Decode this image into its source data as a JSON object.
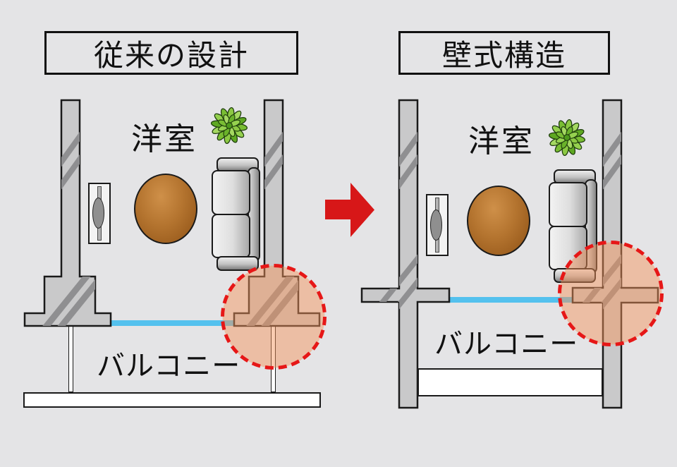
{
  "left_panel": {
    "title": "従来の設計",
    "room_label": "洋室",
    "balcony_label": "バルコニー"
  },
  "right_panel": {
    "title": "壁式構造",
    "room_label": "洋室",
    "balcony_label": "バルコニー"
  },
  "icons": {
    "plant": "potted-plant-top-view-icon",
    "arrow": "red-right-arrow-icon",
    "highlight": "red-dashed-highlight-circle"
  },
  "colors": {
    "background": "#e4e4e6",
    "concrete": "#c9c9ca",
    "hatch": "#8f8f91",
    "outline": "#1a1a1a",
    "slab_blue": "#54c1ee",
    "highlight_fill": "rgba(244,149,92,0.48)",
    "ring_red": "#e61717",
    "arrow_red": "#d71718",
    "table_brown": "#b4742f",
    "text": "#111111"
  }
}
